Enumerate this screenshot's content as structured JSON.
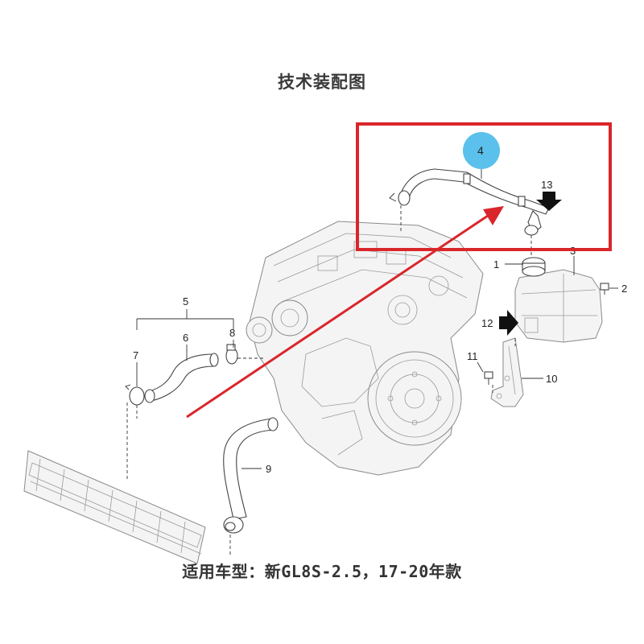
{
  "title": "技术装配图",
  "footer": {
    "prefix": "适用车型：",
    "model": "新GL8S-2.5，17-20年款"
  },
  "callouts": {
    "c1": "1",
    "c2": "2",
    "c3": "3",
    "c4": "4",
    "c5": "5",
    "c6": "6",
    "c7": "7",
    "c8": "8",
    "c9": "9",
    "c10": "10",
    "c11": "11",
    "c12": "12",
    "c13": "13"
  },
  "colors": {
    "highlight_box": "#d9262b",
    "highlight_arrow": "#d9262b",
    "callout_circle": "#5bc0eb"
  }
}
